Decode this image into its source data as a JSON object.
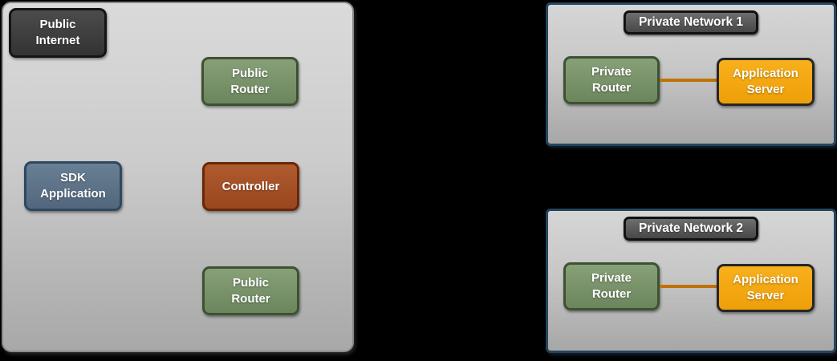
{
  "public_zone": {
    "nodes": {
      "public_internet": {
        "line1": "Public",
        "line2": "Internet"
      },
      "public_router_top": {
        "line1": "Public",
        "line2": "Router"
      },
      "sdk_application": {
        "line1": "SDK",
        "line2": "Application"
      },
      "controller": {
        "line1": "Controller"
      },
      "public_router_bottom": {
        "line1": "Public",
        "line2": "Router"
      }
    }
  },
  "private_networks": [
    {
      "title": "Private Network 1",
      "router": {
        "line1": "Private",
        "line2": "Router"
      },
      "server": {
        "line1": "Application",
        "line2": "Server"
      }
    },
    {
      "title": "Private Network 2",
      "router": {
        "line1": "Private",
        "line2": "Router"
      },
      "server": {
        "line1": "Application",
        "line2": "Server"
      }
    }
  ],
  "colors": {
    "background": "#000000",
    "zone_fill_top": "#dadada",
    "zone_fill_bottom": "#a8a8a8",
    "zone_border": "#8a8a8a",
    "panel_border": "#24455e",
    "dark_node_fill": "#3f3f3f",
    "dark_node_border": "#141414",
    "header_fill": "#575757",
    "green_node_fill": "#78916a",
    "green_node_border": "#3e5233",
    "blue_node_fill": "#5d7389",
    "blue_node_border": "#2e4860",
    "rust_node_fill": "#a5522c",
    "rust_node_border": "#6b2708",
    "orange_node_fill": "#f3a611",
    "orange_node_border": "#262626",
    "connector_line": "#bf7203",
    "node_text": "#ffffff"
  }
}
